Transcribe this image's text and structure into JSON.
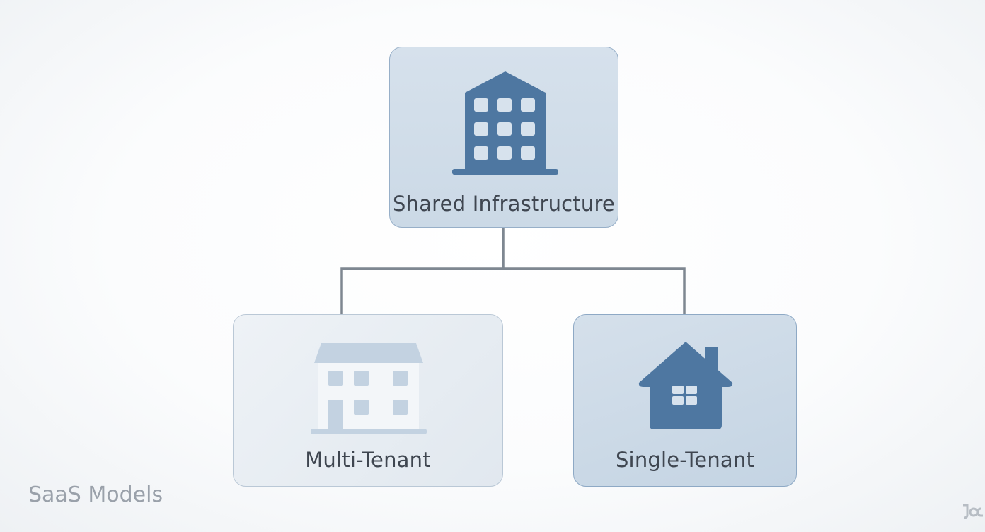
{
  "diagram": {
    "nodes": [
      {
        "id": "shared",
        "label": "Shared Infrastructure",
        "icon": "office-building-icon"
      },
      {
        "id": "multi",
        "label": "Multi-Tenant",
        "icon": "apartment-house-icon"
      },
      {
        "id": "single",
        "label": "Single-Tenant",
        "icon": "house-icon"
      }
    ],
    "edges": [
      {
        "from": "shared",
        "to": "multi"
      },
      {
        "from": "shared",
        "to": "single"
      }
    ]
  },
  "footer": {
    "title": "SaaS Models"
  },
  "colors": {
    "icon_primary": "#4e77a1",
    "icon_light": "#f3f6f9",
    "icon_faded": "#c3d2e1",
    "connector": "#7e8791",
    "label_text": "#3f4650",
    "footer_text": "#9aa1aa"
  }
}
